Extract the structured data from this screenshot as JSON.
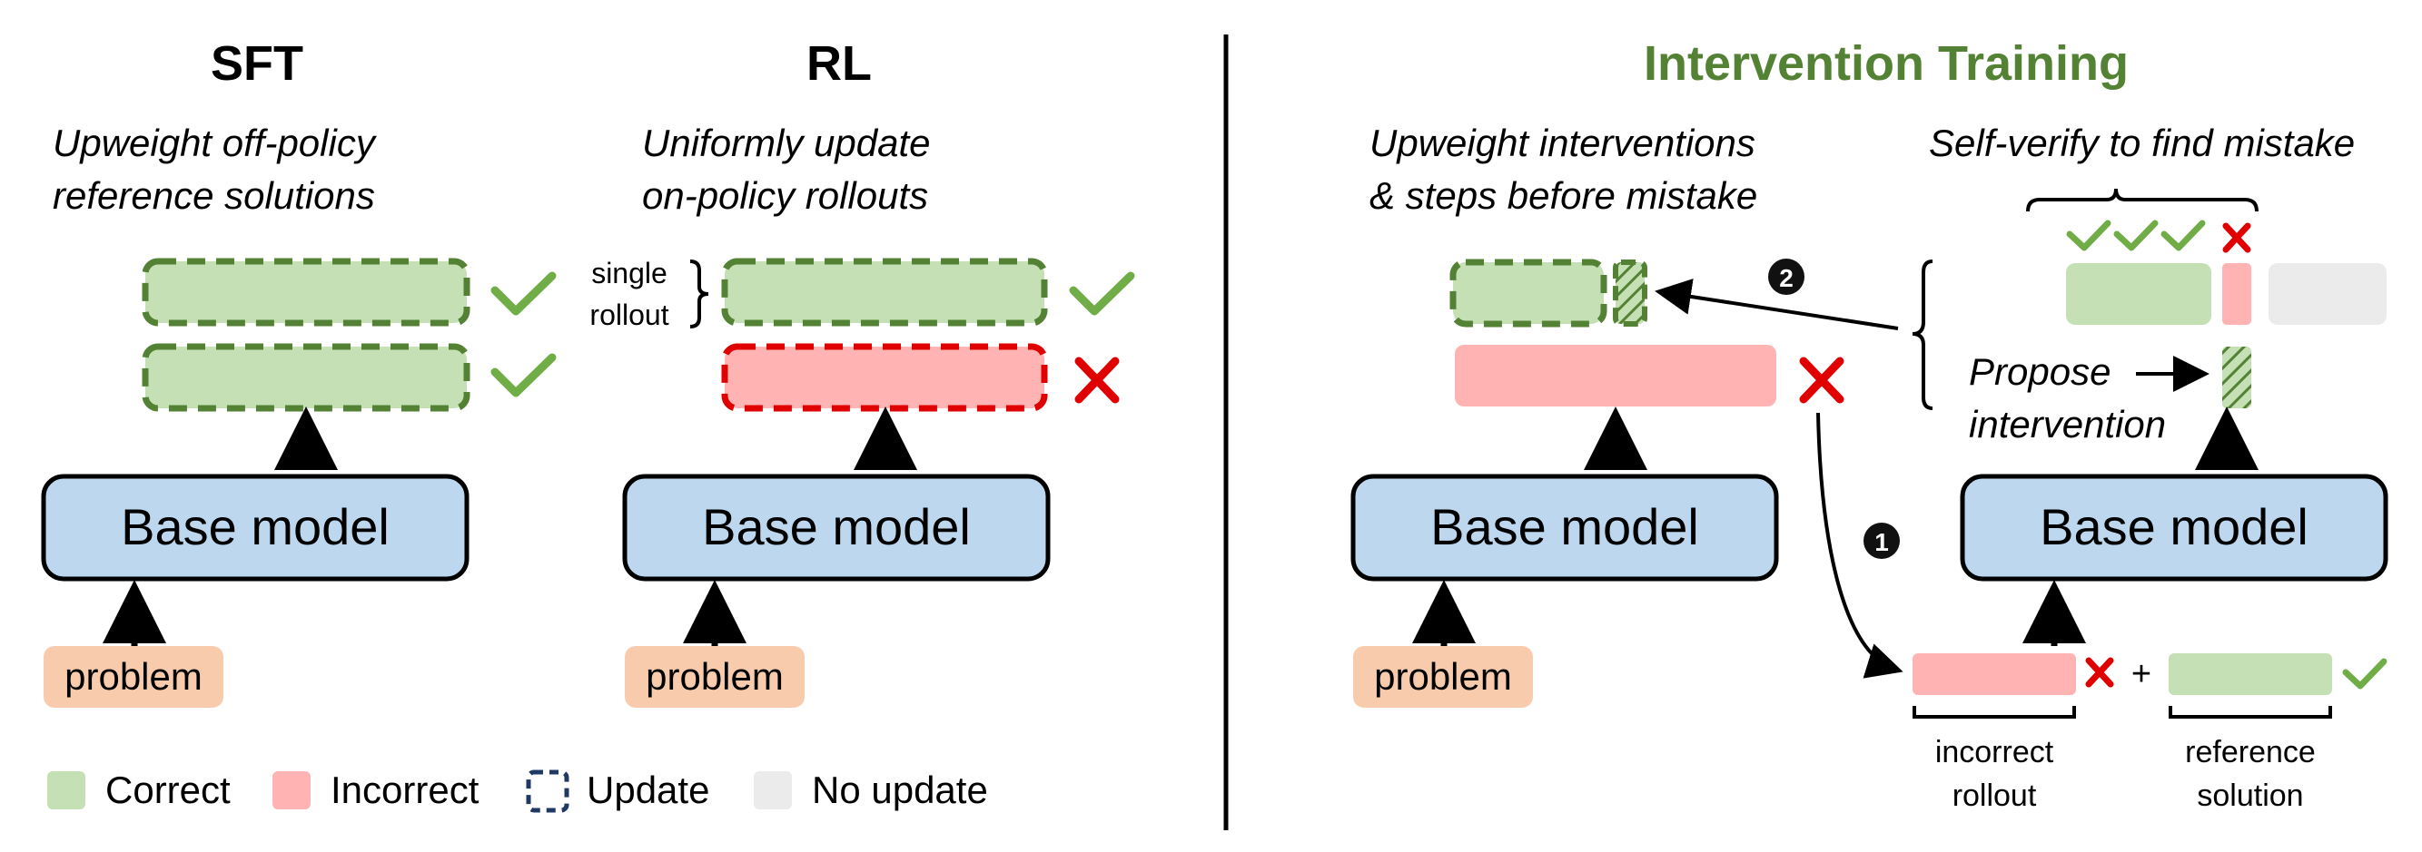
{
  "colors": {
    "correct_fill": "#C5E0B4",
    "correct_stroke": "#548235",
    "incorrect_fill": "#FFB3B3",
    "incorrect_stroke": "#E00000",
    "update_stroke": "#1F3864",
    "noupdate_fill": "#EBEBEB",
    "base_fill": "#BDD7EE",
    "problem_fill": "#F8CBAD",
    "check_color": "#70AD47",
    "cross_color": "#E00000",
    "title_green": "#548235"
  },
  "sft": {
    "title": "SFT",
    "subtitle_line1": "Upweight off-policy",
    "subtitle_line2": "reference solutions",
    "base_label": "Base model",
    "problem_label": "problem"
  },
  "rl": {
    "title": "RL",
    "subtitle_line1": "Uniformly update",
    "subtitle_line2": "on-policy rollouts",
    "single_rollout_line1": "single",
    "single_rollout_line2": "rollout",
    "base_label": "Base model",
    "problem_label": "problem"
  },
  "intervention": {
    "title": "Intervention Training",
    "left_subtitle_line1": "Upweight interventions",
    "left_subtitle_line2": "& steps before mistake",
    "right_subtitle": "Self-verify to find mistake",
    "propose_line1": "Propose",
    "propose_line2": "intervention",
    "step1": "1",
    "step2": "2",
    "plus": "+",
    "incorrect_rollout_line1": "incorrect",
    "incorrect_rollout_line2": "rollout",
    "reference_solution_line1": "reference",
    "reference_solution_line2": "solution",
    "left_base_label": "Base model",
    "right_base_label": "Base model",
    "problem_label": "problem"
  },
  "legend": {
    "correct": "Correct",
    "incorrect": "Incorrect",
    "update": "Update",
    "no_update": "No update"
  }
}
